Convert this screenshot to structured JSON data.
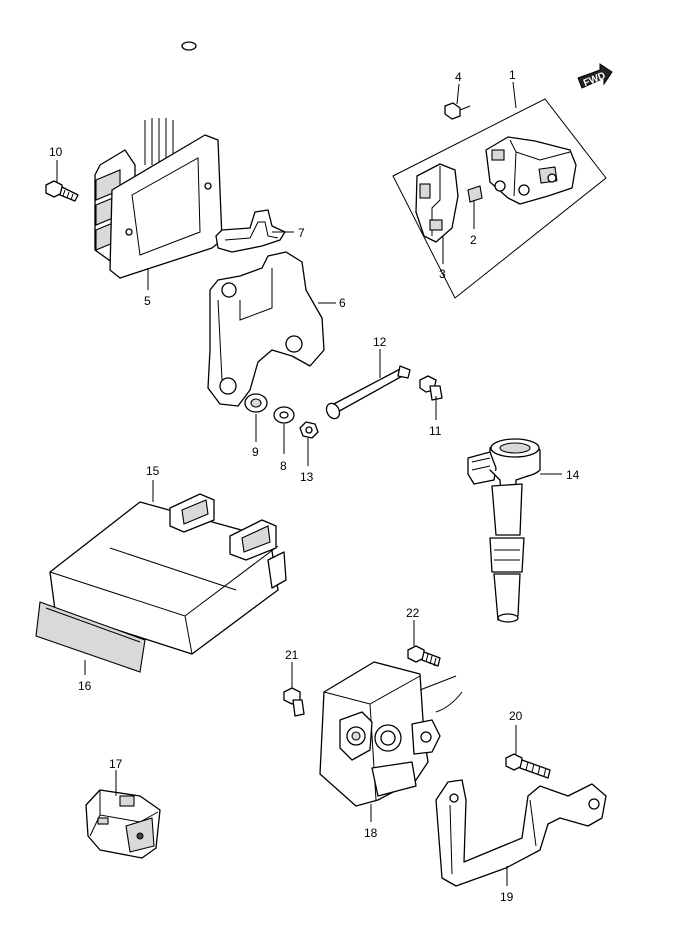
{
  "orientation_badge": {
    "label": "FWD"
  },
  "callouts": [
    {
      "id": "1",
      "label": "1"
    },
    {
      "id": "2",
      "label": "2"
    },
    {
      "id": "3",
      "label": "3"
    },
    {
      "id": "4",
      "label": "4"
    },
    {
      "id": "5",
      "label": "5"
    },
    {
      "id": "6",
      "label": "6"
    },
    {
      "id": "7",
      "label": "7"
    },
    {
      "id": "8",
      "label": "8"
    },
    {
      "id": "9",
      "label": "9"
    },
    {
      "id": "10",
      "label": "10"
    },
    {
      "id": "11",
      "label": "11"
    },
    {
      "id": "12",
      "label": "12"
    },
    {
      "id": "13",
      "label": "13"
    },
    {
      "id": "14",
      "label": "14"
    },
    {
      "id": "15",
      "label": "15"
    },
    {
      "id": "16",
      "label": "16"
    },
    {
      "id": "17",
      "label": "17"
    },
    {
      "id": "18",
      "label": "18"
    },
    {
      "id": "19",
      "label": "19"
    },
    {
      "id": "20",
      "label": "20"
    },
    {
      "id": "21",
      "label": "21"
    },
    {
      "id": "22",
      "label": "22"
    }
  ]
}
